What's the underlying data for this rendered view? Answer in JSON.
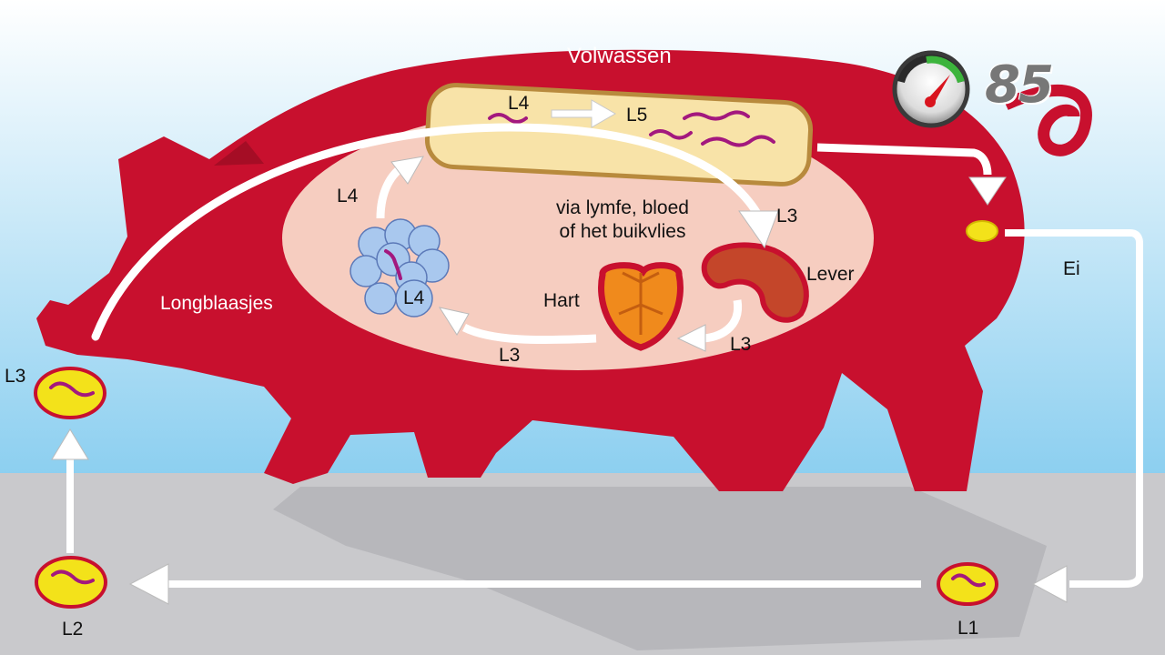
{
  "title": "Volwassen",
  "badge": {
    "value": "85",
    "icon": "speedometer-icon"
  },
  "labels": {
    "l4_intestine": "L4",
    "l5_intestine": "L5",
    "route_text_1": "via lymfe, bloed",
    "route_text_2": "of het buikvlies",
    "l3_top": "L3",
    "lever": "Lever",
    "l4_lung_top": "L4",
    "l4_lung": "L4",
    "hart": "Hart",
    "l3_from_heart": "L3",
    "l3_from_liver": "L3",
    "longblaasjes": "Longblaasjes",
    "ei": "Ei",
    "l3_env": "L3",
    "l2_env": "L2",
    "l1_env": "L1"
  },
  "colors": {
    "pig": "#c8102e",
    "belly": "#f6cdc0",
    "intestine": "#f8e3a8",
    "intestine_border": "#b88a3d",
    "worm": "#a3187e",
    "liver": "#c4462a",
    "heart": "#f08a1c",
    "lung": "#a9c8ee",
    "egg": "#f3e21a",
    "sky_top": "#ffffff",
    "sky_bottom": "#8ccff0",
    "ground": "#c9c9cc"
  }
}
